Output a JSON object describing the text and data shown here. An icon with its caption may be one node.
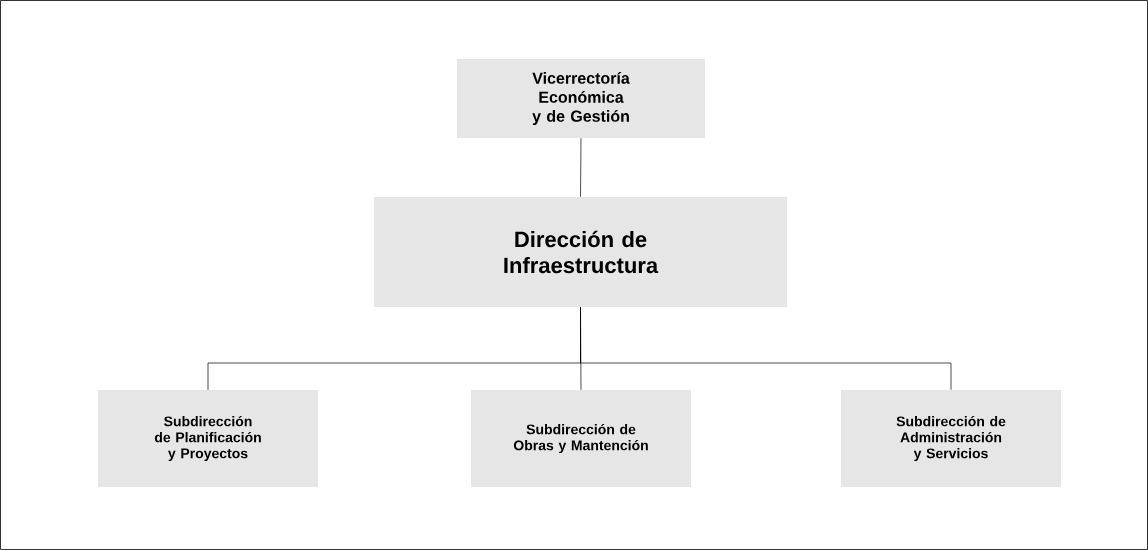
{
  "diagram": {
    "nodes": [
      {
        "text": [
          "Vicerrectoría Económica y de Gestión"
        ]
      },
      {
        "text": [
          "Dirección de Infraestructura"
        ]
      },
      {
        "text": [
          "Subdirección de Planificación y Proyectos"
        ]
      },
      {
        "text": [
          "Subdirección de Obras y Mantención"
        ]
      },
      {
        "text": [
          "Subdirección de Administración y Servicios"
        ]
      }
    ],
    "edges": [
      {
        "from": 0,
        "to": 1,
        "arrow": "none"
      },
      {
        "from": 1,
        "to": 2,
        "arrow": "none"
      },
      {
        "from": 1,
        "to": 3,
        "arrow": "none"
      },
      {
        "from": 1,
        "to": 4,
        "arrow": "none"
      }
    ]
  }
}
